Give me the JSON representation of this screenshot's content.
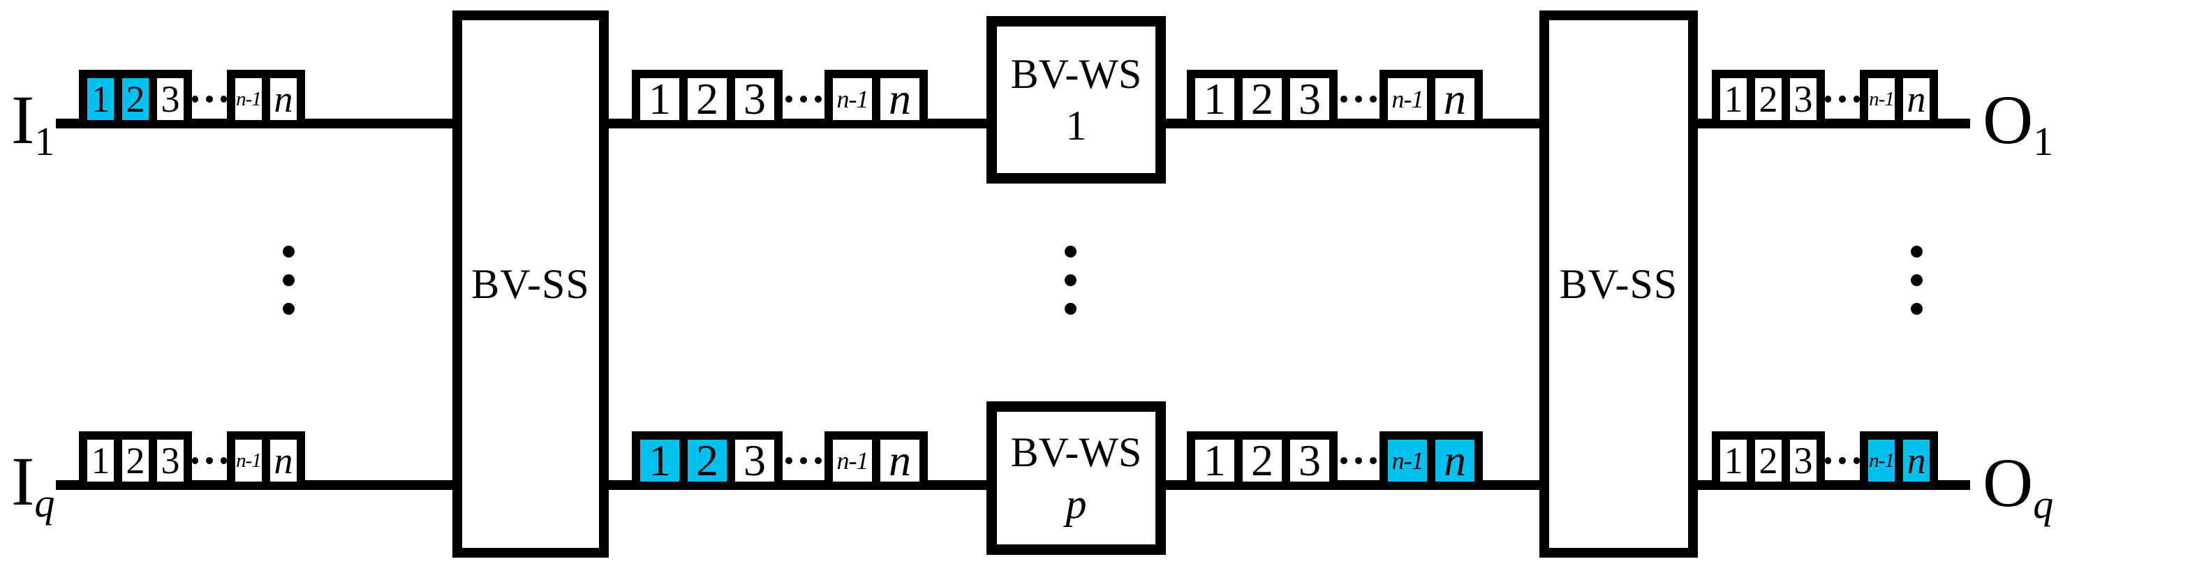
{
  "figure": {
    "kind": "optical-switching-architecture-diagram",
    "background": "#ffffff",
    "ink": "#000000",
    "highlight": "#00c0f0"
  },
  "icons": {
    "slot_gap": "ellipsis-horizontal-icon",
    "lane_gap": "ellipsis-vertical-icon"
  },
  "terminals": {
    "input_top": {
      "base": "I",
      "sub": "1"
    },
    "input_bottom": {
      "base": "I",
      "sub": "q"
    },
    "output_top": {
      "base": "O",
      "sub": "1"
    },
    "output_bottom": {
      "base": "O",
      "sub": "q"
    }
  },
  "blocks": {
    "bvss_left": {
      "label": "BV-SS"
    },
    "bvws_top": {
      "line1": "BV-WS",
      "line2": "1"
    },
    "bvws_bottom": {
      "line1": "BV-WS",
      "line2": "p"
    },
    "bvss_right": {
      "label": "BV-SS"
    }
  },
  "slot_groups": [
    {
      "id": "input-1-slots",
      "cells": [
        {
          "label": "1",
          "highlight": true,
          "italic": false
        },
        {
          "label": "2",
          "highlight": true,
          "italic": false
        },
        {
          "label": "3",
          "highlight": false,
          "italic": false
        },
        {
          "label": "n-1",
          "highlight": false,
          "italic": true
        },
        {
          "label": "n",
          "highlight": false,
          "italic": true
        }
      ]
    },
    {
      "id": "top-mid-left-slots",
      "cells": [
        {
          "label": "1",
          "highlight": false,
          "italic": false
        },
        {
          "label": "2",
          "highlight": false,
          "italic": false
        },
        {
          "label": "3",
          "highlight": false,
          "italic": false
        },
        {
          "label": "n-1",
          "highlight": false,
          "italic": true
        },
        {
          "label": "n",
          "highlight": false,
          "italic": true
        }
      ]
    },
    {
      "id": "top-mid-right-slots",
      "cells": [
        {
          "label": "1",
          "highlight": false,
          "italic": false
        },
        {
          "label": "2",
          "highlight": false,
          "italic": false
        },
        {
          "label": "3",
          "highlight": false,
          "italic": false
        },
        {
          "label": "n-1",
          "highlight": false,
          "italic": true
        },
        {
          "label": "n",
          "highlight": false,
          "italic": true
        }
      ]
    },
    {
      "id": "output-1-slots",
      "cells": [
        {
          "label": "1",
          "highlight": false,
          "italic": false
        },
        {
          "label": "2",
          "highlight": false,
          "italic": false
        },
        {
          "label": "3",
          "highlight": false,
          "italic": false
        },
        {
          "label": "n-1",
          "highlight": false,
          "italic": true
        },
        {
          "label": "n",
          "highlight": false,
          "italic": true
        }
      ]
    },
    {
      "id": "input-q-slots",
      "cells": [
        {
          "label": "1",
          "highlight": false,
          "italic": false
        },
        {
          "label": "2",
          "highlight": false,
          "italic": false
        },
        {
          "label": "3",
          "highlight": false,
          "italic": false
        },
        {
          "label": "n-1",
          "highlight": false,
          "italic": true
        },
        {
          "label": "n",
          "highlight": false,
          "italic": true
        }
      ]
    },
    {
      "id": "bottom-mid-left-slots",
      "cells": [
        {
          "label": "1",
          "highlight": true,
          "italic": false
        },
        {
          "label": "2",
          "highlight": true,
          "italic": false
        },
        {
          "label": "3",
          "highlight": false,
          "italic": false
        },
        {
          "label": "n-1",
          "highlight": false,
          "italic": true
        },
        {
          "label": "n",
          "highlight": false,
          "italic": true
        }
      ]
    },
    {
      "id": "bottom-mid-right-slots",
      "cells": [
        {
          "label": "1",
          "highlight": false,
          "italic": false
        },
        {
          "label": "2",
          "highlight": false,
          "italic": false
        },
        {
          "label": "3",
          "highlight": false,
          "italic": false
        },
        {
          "label": "n-1",
          "highlight": true,
          "italic": true
        },
        {
          "label": "n",
          "highlight": true,
          "italic": true
        }
      ]
    },
    {
      "id": "output-q-slots",
      "cells": [
        {
          "label": "1",
          "highlight": false,
          "italic": false
        },
        {
          "label": "2",
          "highlight": false,
          "italic": false
        },
        {
          "label": "3",
          "highlight": false,
          "italic": false
        },
        {
          "label": "n-1",
          "highlight": true,
          "italic": true
        },
        {
          "label": "n",
          "highlight": true,
          "italic": true
        }
      ]
    }
  ]
}
